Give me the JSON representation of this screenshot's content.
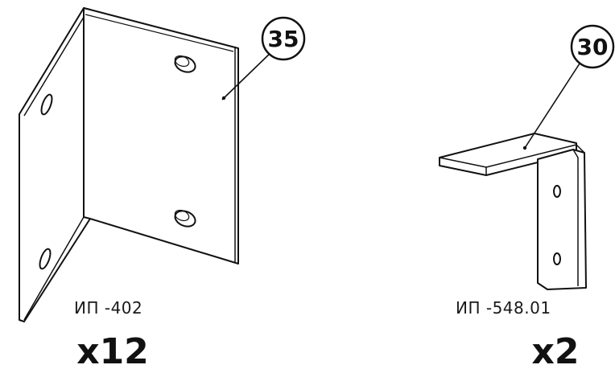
{
  "parts": [
    {
      "callout": "35",
      "code": "ИП -402",
      "quantity": "x12"
    },
    {
      "callout": "30",
      "code": "ИП -548.01",
      "quantity": "x2"
    }
  ],
  "colors": {
    "stroke": "#111111",
    "background": "#ffffff"
  }
}
